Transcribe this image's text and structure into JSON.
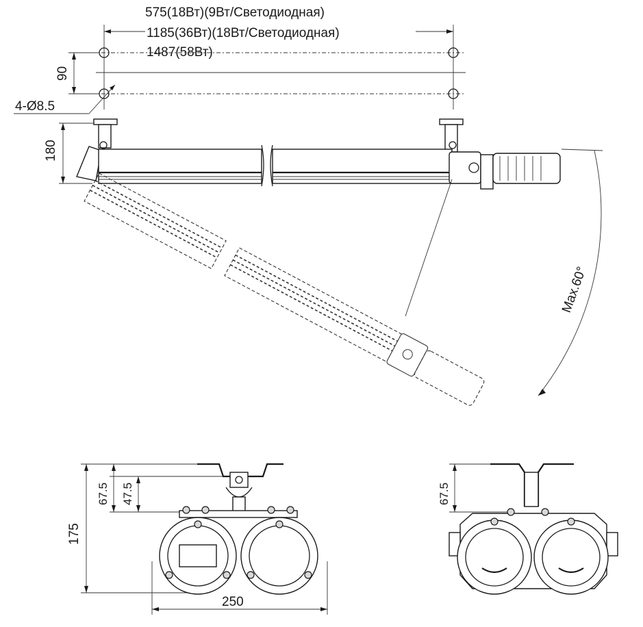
{
  "top_view": {
    "length_labels": [
      "575(18Вт)(9Вт/Светодиодная)",
      "1185(36Вт)(18Вт/Светодиодная)",
      "1487(58Вт)"
    ],
    "mount_spacing_label": "90",
    "hole_label": "4-Ø8.5"
  },
  "side_view": {
    "height_label": "180",
    "tilt_label": "Max.60°"
  },
  "front_view": {
    "overall_height_label": "175",
    "bracket_height_label": "67.5",
    "inner_height_label": "47.5",
    "width_label": "250"
  },
  "end_view": {
    "bracket_height_label": "67.5"
  }
}
